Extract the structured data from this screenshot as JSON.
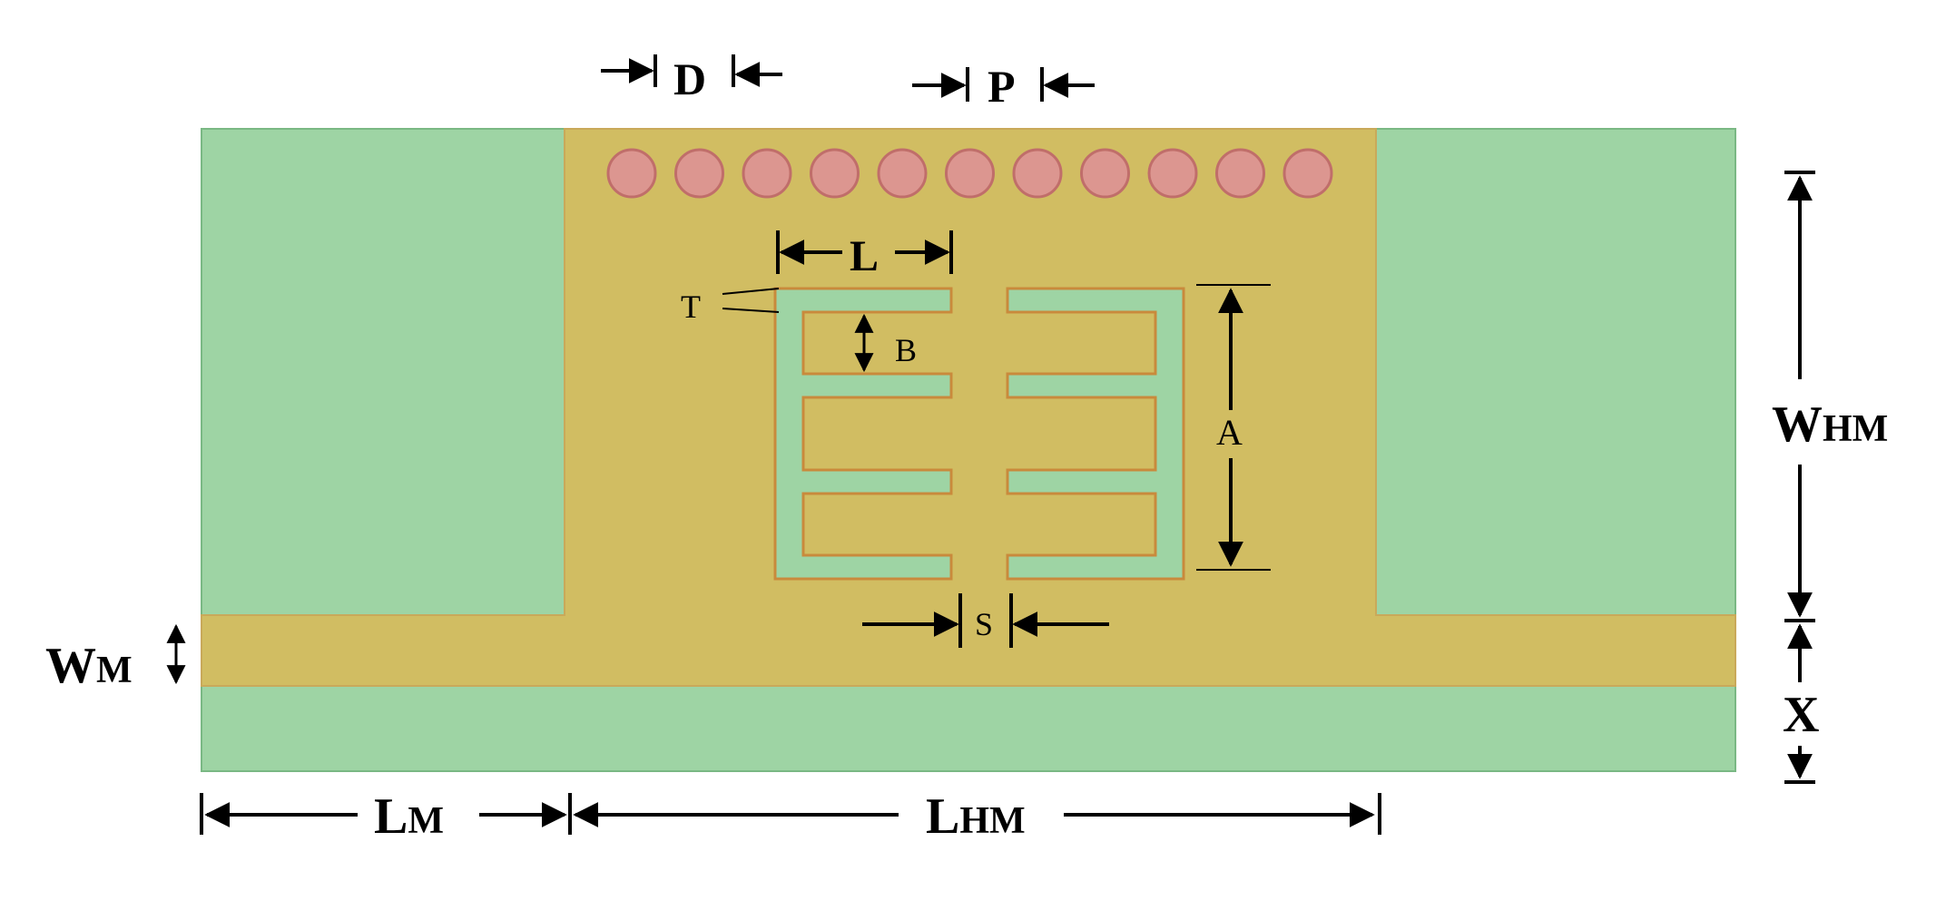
{
  "labels": {
    "D": "D",
    "P": "P",
    "L": "L",
    "T": "T",
    "B": "B",
    "A": "A",
    "S": "S",
    "W_main": "W",
    "W_sub": "M",
    "L_main": "L",
    "L_sub": "M",
    "LHM_main": "L",
    "LHM_sub": "HM",
    "WHM_main": "W",
    "WHM_sub": "HM",
    "X": "X"
  },
  "colors": {
    "substrate": "#9ed4a4",
    "metal": "#d1bd62",
    "metal_edge": "#c98a3c",
    "via": "#dc9690",
    "via_edge": "#c06e6a",
    "dimension": "#000000"
  },
  "via_count": 11
}
